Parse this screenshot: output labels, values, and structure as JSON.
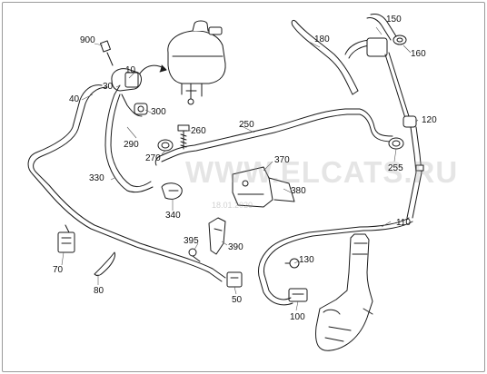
{
  "watermark": {
    "text": "WWW.ELCATS.RU",
    "sub": "18.01.2020"
  },
  "callouts": {
    "c900": "900",
    "c10": "10",
    "c30": "30",
    "c40": "40",
    "c300": "300",
    "c290": "290",
    "c260": "260",
    "c270": "270",
    "c250": "250",
    "c180": "180",
    "c150": "150",
    "c160": "160",
    "c120": "120",
    "c255": "255",
    "c370": "370",
    "c380": "380",
    "c330": "330",
    "c340": "340",
    "c110": "110",
    "c395": "395",
    "c390": "390",
    "c70": "70",
    "c80": "80",
    "c50": "50",
    "c130": "130",
    "c100": "100"
  },
  "colors": {
    "line": "#1a1a1a",
    "watermark": "#a0a0a0"
  }
}
